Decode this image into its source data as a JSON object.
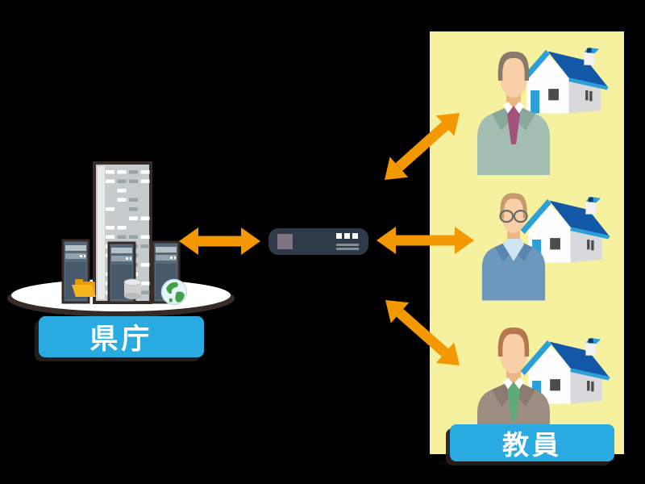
{
  "page": {
    "background": "#000000",
    "description_icons": [
      "office-building-icon",
      "server-tower-icon",
      "folder-icon",
      "database-icon",
      "globe-icon",
      "router-icon",
      "house-icon",
      "person-icon"
    ]
  },
  "left_group": {
    "label": "県庁",
    "label_bg": "#29abe2",
    "label_text_color": "#ffffff",
    "platform_color": "#ffffff",
    "building_color": "#c6cbcb",
    "tower_color": "#56697a",
    "folder_color": "#f5b51e",
    "database_color": "#cfd0d0",
    "globe_land_color": "#43a047"
  },
  "network": {
    "device": "router",
    "device_color": "#2e3a48",
    "arrow_color": "#f39800",
    "arrow_count": 4
  },
  "right_group": {
    "label": "教員",
    "label_bg": "#29abe2",
    "label_text_color": "#ffffff",
    "panel_bg": "#f5f19f",
    "members": [
      {
        "id": "teacher-1",
        "hair": "#8a796b",
        "skin": "#f8cfa6",
        "suit": "#a5beb3",
        "suit_dark": "#89a79b",
        "shirt": "#ffffff",
        "tie": "#a2537a",
        "glasses": false
      },
      {
        "id": "teacher-2",
        "hair": "#c79a6e",
        "skin": "#f8cfa6",
        "suit": "#6e97be",
        "suit_dark": "#5a85ae",
        "shirt": "#cfe6f2",
        "tie": "",
        "glasses": true
      },
      {
        "id": "teacher-3",
        "hair": "#b5774d",
        "skin": "#f8cfa6",
        "suit": "#9d8d82",
        "suit_dark": "#8a7a6f",
        "shirt": "#ffffff",
        "tie": "#5fa878",
        "glasses": false
      }
    ],
    "house": {
      "roof": "#1358a7",
      "roof_trim": "#2d9fd8",
      "wall": "#fdfdfd",
      "wall_side": "#d9d9db",
      "door": "#2d9fd8",
      "window": "#4c4c4c",
      "chimney": "#f2f2f2"
    }
  }
}
